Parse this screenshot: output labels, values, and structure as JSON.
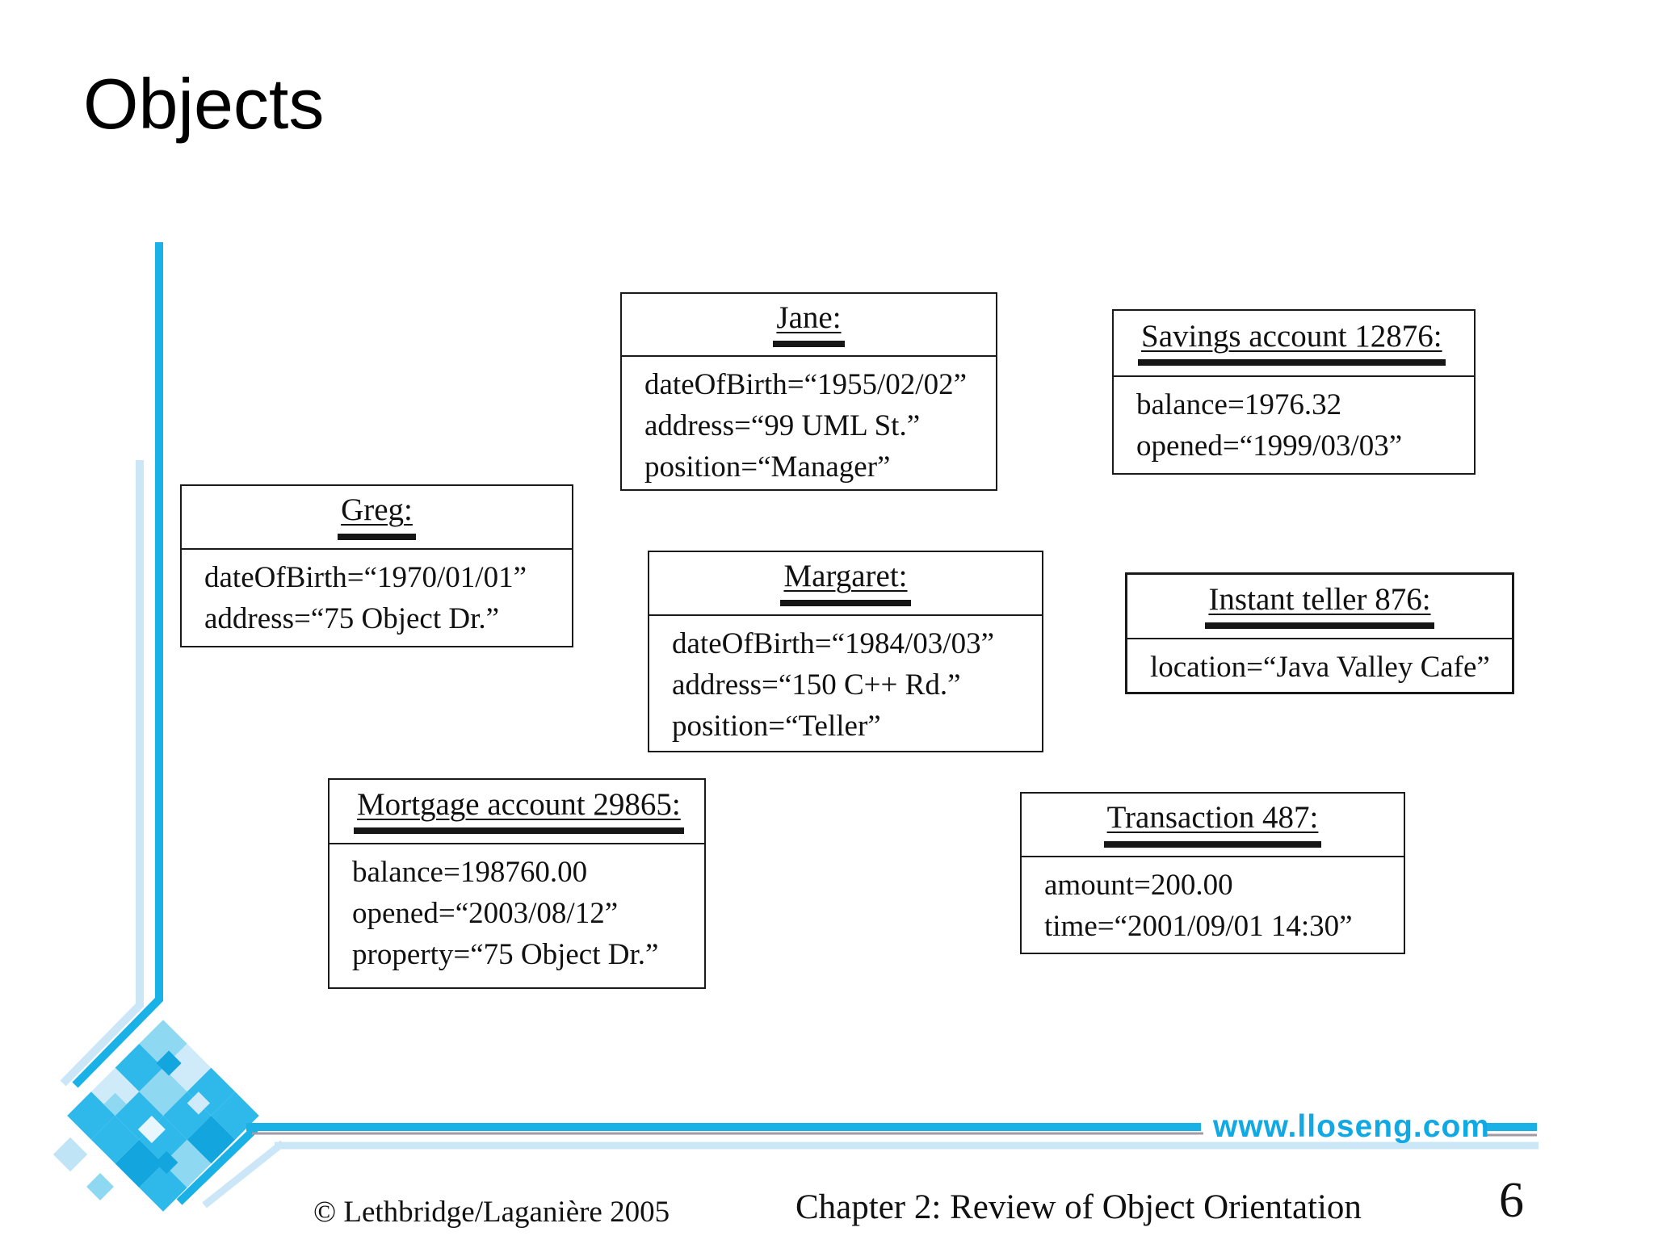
{
  "title": "Objects",
  "objects": [
    {
      "name": "Jane:",
      "attrs": [
        "dateOfBirth=“1955/02/02”",
        "address=“99 UML St.”",
        "position=“Manager”"
      ]
    },
    {
      "name": "Savings account 12876:",
      "attrs": [
        "balance=1976.32",
        "opened=“1999/03/03”"
      ]
    },
    {
      "name": "Greg:",
      "attrs": [
        "dateOfBirth=“1970/01/01”",
        "address=“75 Object Dr.”"
      ]
    },
    {
      "name": "Margaret:",
      "attrs": [
        "dateOfBirth=“1984/03/03”",
        "address=“150 C++ Rd.”",
        "position=“Teller”"
      ]
    },
    {
      "name": "Instant teller 876:",
      "attrs": [
        "location=“Java Valley Cafe”"
      ]
    },
    {
      "name": "Mortgage account 29865:",
      "attrs": [
        "balance=198760.00",
        "opened=“2003/08/12”",
        "property=“75 Object Dr.”"
      ]
    },
    {
      "name": "Transaction 487:",
      "attrs": [
        "amount=200.00",
        "time=“2001/09/01 14:30”"
      ]
    }
  ],
  "footer": {
    "url": "www.lloseng.com",
    "copyright": "© Lethbridge/Laganière 2005",
    "chapter": "Chapter 2: Review of Object Orientation",
    "page_number": "6"
  },
  "colors": {
    "accent_cyan": "#1ab1e7",
    "pale_blue": "#cbe7f7",
    "gray_line": "#a29ba3",
    "url_cyan": "#10a9e4",
    "tile_mid": "#2fb9ea",
    "tile_light": "#8ed8f2",
    "tile_lightest": "#cfeaf9",
    "tile_dark": "#12a5de"
  }
}
